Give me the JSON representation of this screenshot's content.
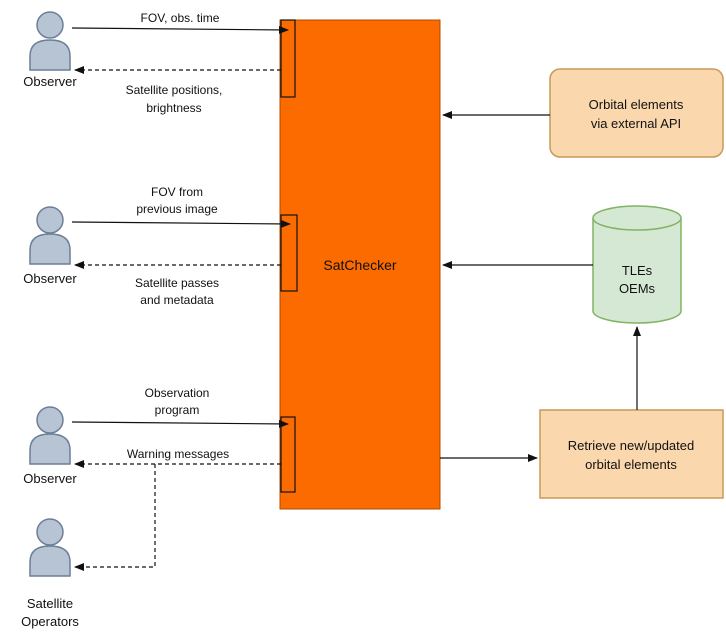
{
  "central": {
    "label": "SatChecker",
    "color": "#fb6b00"
  },
  "actors": {
    "observer_1": "Observer",
    "observer_2": "Observer",
    "observer_3": "Observer",
    "operators_line1": "Satellite",
    "operators_line2": "Operators"
  },
  "messages": {
    "fov_obs_time": "FOV, obs. time",
    "sat_positions_1": "Satellite positions,",
    "sat_positions_2": "brightness",
    "fov_prev_1": "FOV from",
    "fov_prev_2": "previous image",
    "passes_1": "Satellite passes",
    "passes_2": "and metadata",
    "obs_program_1": "Observation",
    "obs_program_2": "program",
    "warnings": "Warning messages"
  },
  "boxes": {
    "orbital_api_1": "Orbital elements",
    "orbital_api_2": "via external API",
    "retrieve_1": "Retrieve new/updated",
    "retrieve_2": "orbital elements"
  },
  "database": {
    "line1": "TLEs",
    "line2": "OEMs",
    "color": "#d5e8d4"
  },
  "colors": {
    "actor_fill": "#b7c4d4",
    "actor_stroke": "#6c7f96",
    "box_fill": "#fad7ac",
    "box_stroke": "#c79a5a",
    "db_stroke": "#82b366"
  }
}
